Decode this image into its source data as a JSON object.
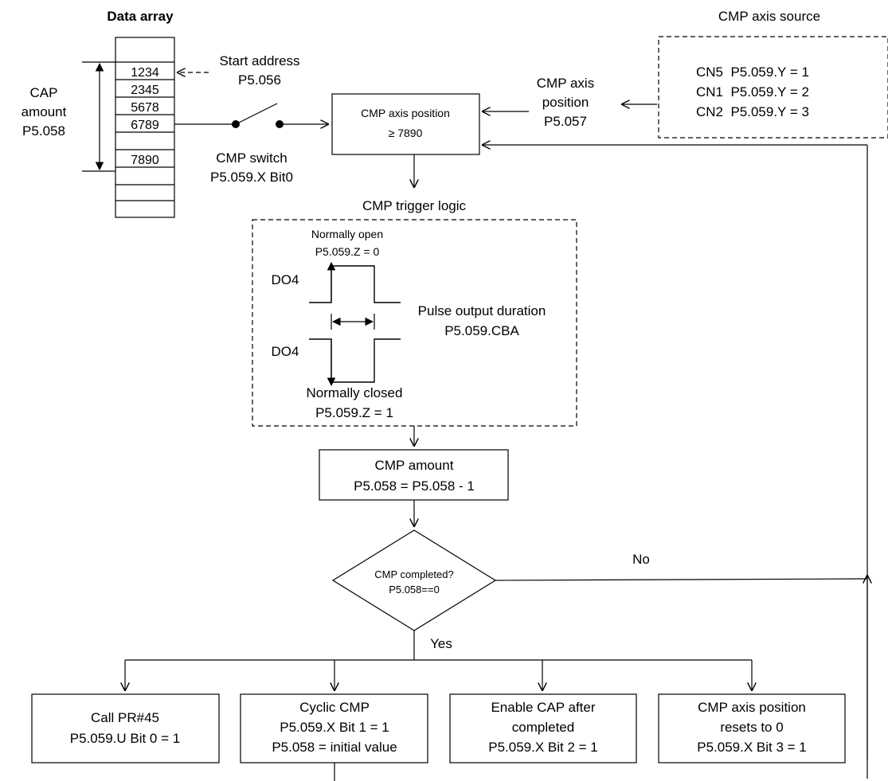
{
  "data_array": {
    "title": "Data array",
    "cells": [
      "1234",
      "2345",
      "5678",
      "6789",
      "7890",
      "",
      ""
    ]
  },
  "cap_amount": {
    "line1": "CAP",
    "line2": "amount",
    "line3": "P5.058"
  },
  "start_address": {
    "line1": "Start address",
    "line2": "P5.056"
  },
  "cmp_switch": {
    "line1": "CMP switch",
    "line2": "P5.059.X Bit0"
  },
  "cmp_axis_position_box": {
    "line1": "CMP axis position",
    "line2": "≥ 7890"
  },
  "cmp_axis_position_label": {
    "line1": "CMP axis",
    "line2": "position",
    "line3": "P5.057"
  },
  "cmp_axis_source": {
    "title": "CMP axis source",
    "rows": [
      "CN5  P5.059.Y = 1",
      "CN1  P5.059.Y = 2",
      "CN2  P5.059.Y = 3"
    ]
  },
  "trigger_logic": {
    "title": "CMP trigger logic",
    "normally_open": "Normally open",
    "normally_open_param": "P5.059.Z = 0",
    "do_top": "DO4",
    "do_bottom": "DO4",
    "pulse_duration": "Pulse output duration",
    "pulse_duration_param": "P5.059.CBA",
    "normally_closed": "Normally closed",
    "normally_closed_param": "P5.059.Z = 1"
  },
  "cmp_amount": {
    "line1": "CMP amount",
    "line2": "P5.058 = P5.058 - 1"
  },
  "decision": {
    "line1": "CMP completed?",
    "line2": "P5.058==0",
    "no": "No",
    "yes": "Yes"
  },
  "outcomes": [
    {
      "line1": "Call PR#45",
      "line2": "P5.059.U Bit 0 = 1",
      "line3": ""
    },
    {
      "line1": "Cyclic CMP",
      "line2": "P5.059.X Bit 1 = 1",
      "line3": "P5.058 = initial value"
    },
    {
      "line1": "Enable CAP after",
      "line2": "completed",
      "line3": "P5.059.X Bit 2 = 1"
    },
    {
      "line1": "CMP axis position",
      "line2": "resets to 0",
      "line3": "P5.059.X Bit 3 = 1"
    }
  ]
}
